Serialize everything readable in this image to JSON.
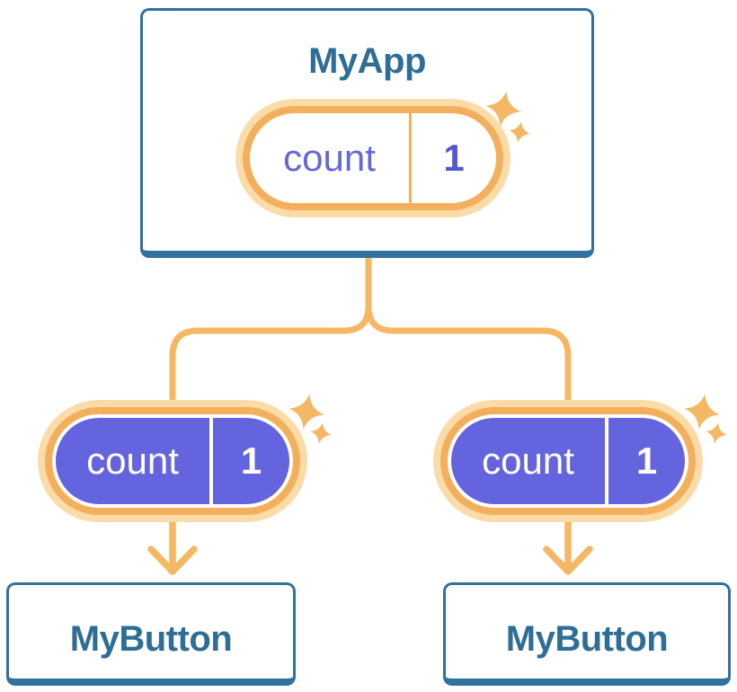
{
  "diagram": {
    "root": {
      "title": "MyApp",
      "state": {
        "label": "count",
        "value": "1"
      }
    },
    "children": [
      {
        "title": "MyButton",
        "state": {
          "label": "count",
          "value": "1"
        }
      },
      {
        "title": "MyButton",
        "state": {
          "label": "count",
          "value": "1"
        }
      }
    ]
  },
  "icons": {
    "sparkle": "four-point-sparkle",
    "arrow_down": "chevron-down-arrow"
  },
  "colors": {
    "bg": "#FFFFFF",
    "card-bg": "#FFFFFF",
    "card-border": "#30719F",
    "card-title": "#2E6E96",
    "pill-border": "#F3AF5B",
    "pill-glow": "#FBDCA8",
    "pill-fill": "#6464DE",
    "pill-label": "#6468D9",
    "pill-value": "#5457CE",
    "connector": "#F5B763"
  }
}
